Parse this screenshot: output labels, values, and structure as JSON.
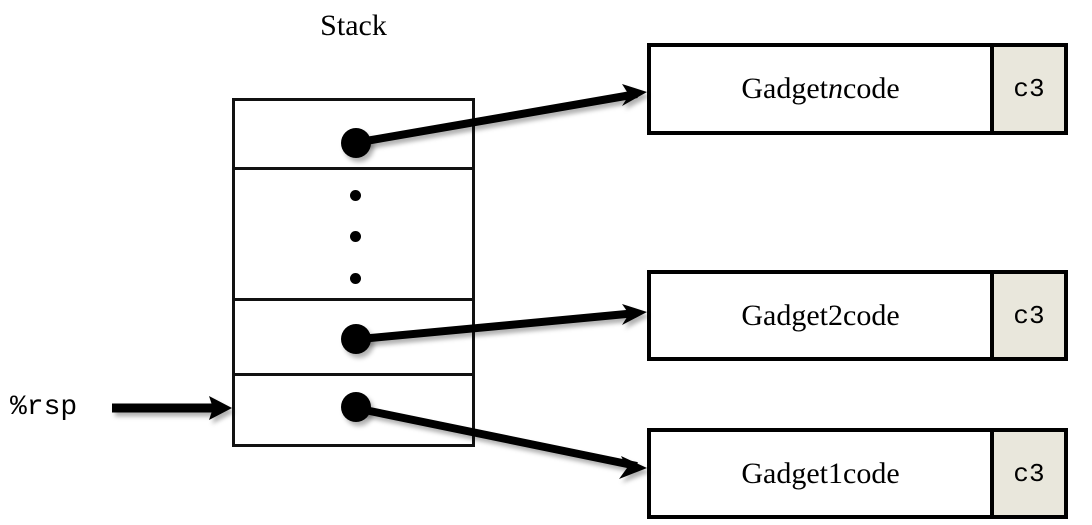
{
  "diagram": {
    "title_stack": "Stack",
    "register_label": "%rsp",
    "stack": {
      "cells": [
        {
          "name": "gadget-n-pointer",
          "content": "",
          "has_pointer": true
        },
        {
          "name": "ellipsis-cell",
          "content": "",
          "has_pointer": false
        },
        {
          "name": "gadget-2-pointer",
          "content": "",
          "has_pointer": true
        },
        {
          "name": "gadget-1-pointer",
          "content": "",
          "has_pointer": true
        }
      ],
      "ellipsis_dot_count": 3
    },
    "gadgets": [
      {
        "code_label_prefix": "Gadget ",
        "code_label_index": "n",
        "code_label_suffix": " code",
        "ret_byte": "c3",
        "index_italic": true
      },
      {
        "code_label_prefix": "Gadget ",
        "code_label_index": "2",
        "code_label_suffix": " code",
        "ret_byte": "c3",
        "index_italic": false
      },
      {
        "code_label_prefix": "Gadget ",
        "code_label_index": "1",
        "code_label_suffix": " code",
        "ret_byte": "c3",
        "index_italic": false
      }
    ],
    "arrows": [
      {
        "name": "rsp-arrow",
        "from": "%rsp label",
        "to": "stack bottom cell"
      },
      {
        "name": "stack-to-gadget-n",
        "from": "stack cell 1 pointer",
        "to": "Gadget n code box"
      },
      {
        "name": "stack-to-gadget-2",
        "from": "stack cell 3 pointer",
        "to": "Gadget 2 code box"
      },
      {
        "name": "stack-to-gadget-1",
        "from": "stack cell 4 pointer",
        "to": "Gadget 1 code box"
      }
    ],
    "colors": {
      "background": "#ffffff",
      "stroke": "#000000",
      "ret_cell_fill": "#e9e7dc",
      "text": "#000000"
    }
  }
}
